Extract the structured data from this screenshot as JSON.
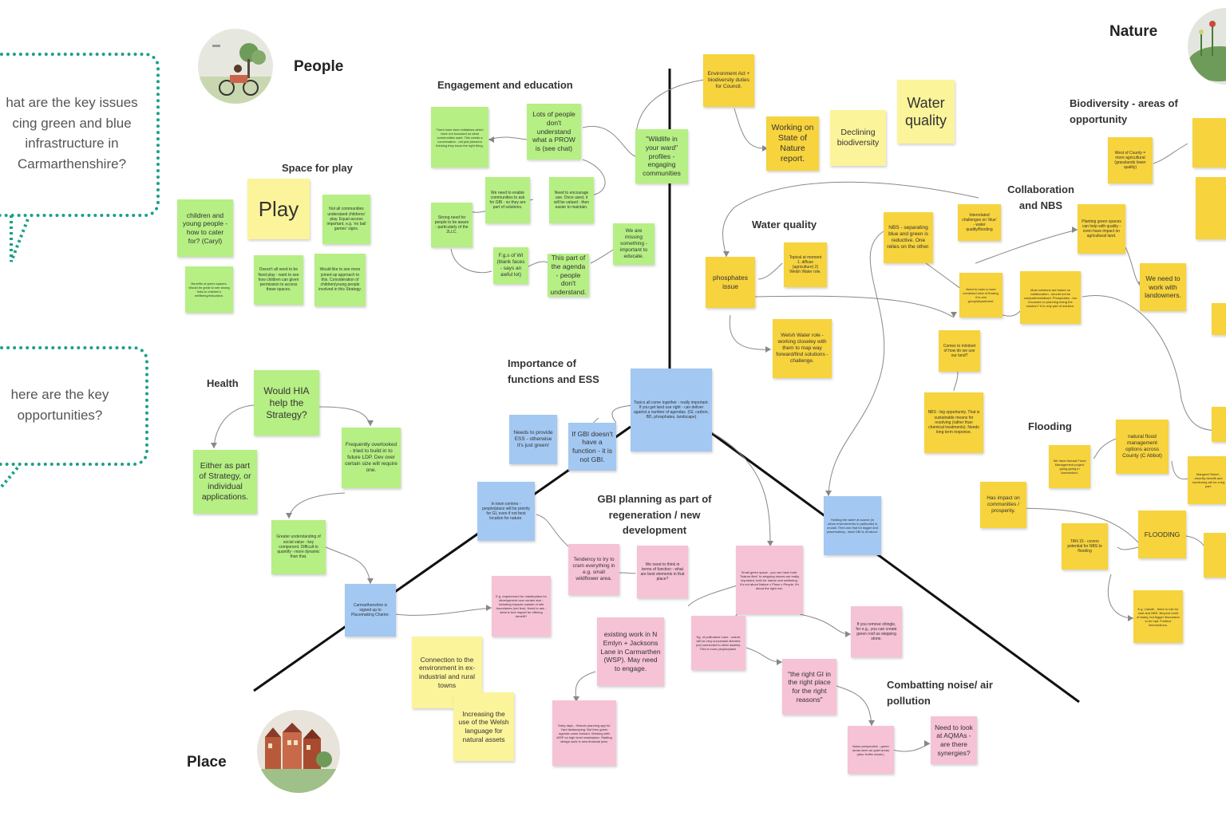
{
  "questions": {
    "q1": "hat are the key issues cing green and blue infrastructure in Carmarthenshire?",
    "q2": "here are the key opportunities?"
  },
  "corners": {
    "people": "People",
    "nature": "Nature",
    "place": "Place"
  },
  "headings": {
    "engagement": "Engagement and education",
    "space_for_play": "Space for play",
    "health": "Health",
    "importance": "Importance of functions and ESS",
    "gbi_planning": "GBI planning as part of regeneration / new development",
    "water_quality": "Water quality",
    "collaboration": "Collaboration and NBS",
    "biodiversity": "Biodiversity - areas of opportunity",
    "flooding": "Flooding",
    "noise": "Combatting noise/ air pollution"
  },
  "notes": {
    "env_act": "Environment Act + biodiversity duties for Council.",
    "water_quality_big": "Water quality",
    "working_on_son": "Working on State of Nature report.",
    "declining_bio": "Declining biodiversity",
    "wildlife_ward": "\"Wildlife in your ward\" profiles - engaging communities",
    "initiatives": "There have been initiatives which have not focussed on what communities want. This needs a conversation - not just planners thinking they know the right thing.",
    "lots_people": "Lots of people don't understand what a PROW is (see chat)",
    "enable_comm": "We need to enable communities to ask for GBI - so they are part of solutions.",
    "encourage_use": "Need to encourage use. Once used, it will be valued - then easier to maintain.",
    "strong_need": "Strong need for people to be aware - particularly of the 2LLC.",
    "fgs_wi": "F.g.s of WI (blank faces - says an awful lot)",
    "agenda_part": "This part of the agenda - people don't understand.",
    "missing_educate": "We are missing something - important to educate.",
    "children": "children and young people - how to cater for? (Caryl)",
    "play_big": "Play",
    "not_all_comm": "Not all communities understand childrens' play. Equal access important, e.g. 'no ball games' signs.",
    "benefits_green": "Benefits of green spaces. Would be great to see strong links to children's wellbeing/education.",
    "doesnt_need": "Doesn't all need to be fixed play - want to see how children can given permission to access these spaces.",
    "would_like": "Would like to see more joined-up approach to this. Consideration of children/young people involved in this Strategy.",
    "would_hia": "Would HIA help the Strategy?",
    "frequently": "Frequently overlooked - tried to build in to future LDP. Dev over certain size will require one.",
    "either_part": "Either as part of Strategy, or individual applications.",
    "greater_und": "Greater understanding of social value - key component. Difficult to quantify - more dynamic than that.",
    "carms_signed": "Carmarthenshire is signed up to Placemaking Charter.",
    "topics_all": "Topics all come together - really important. If you get land use right - can deliver against a number of agendas. (GI, carbon, BD, phosphates, landscape)",
    "needs_ess": "Needs to provide ESS - otherwise it's just green!",
    "if_gbi": "If GBI doesn't have a function - it is not GBI.",
    "town_centres": "In town centres - people/place will be priority for GI, even if not best location for nature.",
    "tendency": "Tendency to try to cram everything in e.g. small wildflower area.",
    "think_func": "We need to think in terms of function - what are best elements in that place?",
    "eg_req": "E.g. requirement for masterplans for development over certain size - including impacts outside of site boundaries (red line). Need to ask - what is true impact for offering benefit?",
    "connection": "Connection to the environment in ex-industrial and rural towns",
    "increasing": "Increasing the use of the Welsh language for natural assets",
    "small_green": "Small green space - you can have both. \"Nature flies\" to stepping stones are really important, both for nature and wellbeing. It's not about Nature v Place v People, it's about the right mix.",
    "existing_work": "existing work in N Emlyn + Jacksons Lane in Carmarthen (WSP). May need to engage.",
    "eg_pollinators": "Eg. of pollinators Lane - nature will be very successful element (not connected to other assets). This is more people/place.",
    "remove_shingle": "If you remove shingle, for e.g., you can create green roof as stepping stone.",
    "right_gi": "\"the right GI in the right place for the right reasons\"",
    "early_days": "Early days - Historic planning app for Yard landscaping. But then green agenda come forward. Working with WSP on high level masterplan. Starting design work in new financial year.",
    "noise_persp": "Noise perspective - green areas seen as quiet areas (also 'buffer areas').",
    "aqmas": "Need to look at AQMAs - are there synergies?",
    "holding_water": "Holding the water at source (in urban environments in particular) is crucial. Then use that for bigger and placemaking - what GBI is all about.",
    "phosphates": "phosphates issue",
    "topical": "Topical at moment 1. diffuse (agriculture) 2) Welsh Water role.",
    "welsh_water": "Welsh Water role - working closeley with them to map way forward/find solutions - challenge.",
    "nbs_separating": "NBS - separating blue and green is reductive. One relies on the other.",
    "interrelated": "Interrelated challenges on 'blue' - water quality/flooding",
    "planting_green": "Planting green spaces can help with quality - even have impact on agricultural land.",
    "need_clean": "Need to have a more combined view of flowing. It is one group/department.",
    "most_nbs": "Most solutions are based on collaboration - should not be compartmentalised. Phosphates - too focussed on planning being the solution? It is only part of solution.",
    "landowners": "We need to work with landowners.",
    "comes_mindset": "Comes to mindset of how do we use our land?",
    "nbs_big": "NBS - big opportunity. That is sustainable means for resolving (rather than chemical treatments). Needs long term response.",
    "west_county": "West of County = more agricultural (grasslands lower quality)",
    "has_impact": "Has impact on communities / prosperity.",
    "natural_flood_proj": "We have Natural Flood Management project going going in Ammanford.",
    "natural_flood_opt": "natural flood management options across County (C Abbot)",
    "margaret": "Margaret Street - amenity benefit and monitoring will be a big part.",
    "flooding_big": "FLOODING",
    "tan15": "TAN 15 - covers potential for NBS to flooding",
    "eg_llanelli": "E.g. Llanelli - there is role for sust and NBS. Beyond remit of today, but bigger discussion to be had. Positive interventions."
  }
}
